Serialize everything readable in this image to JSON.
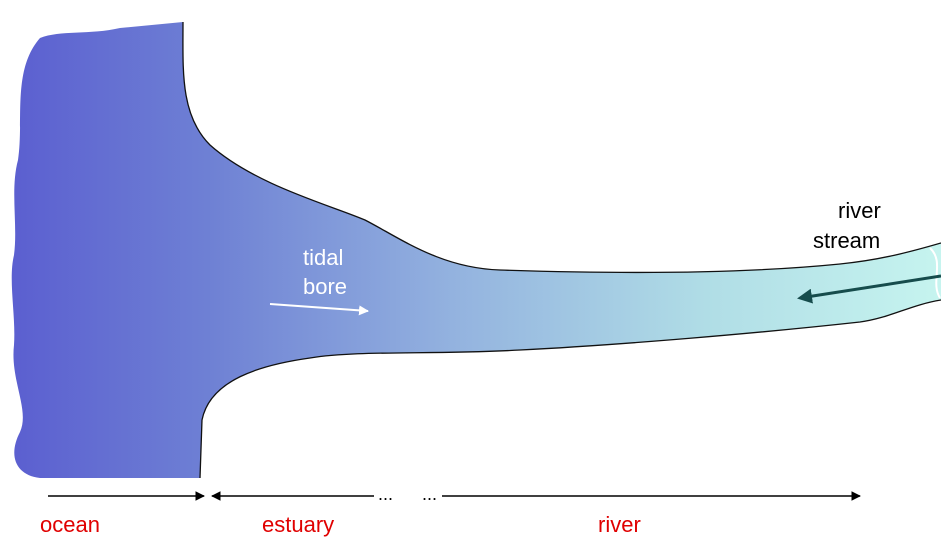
{
  "labels": {
    "tidal_bore": [
      "tidal",
      "bore"
    ],
    "river_stream": [
      "river",
      "stream"
    ],
    "regions": {
      "ocean": "ocean",
      "estuary": "estuary",
      "river": "river"
    },
    "ellipsis_1": "...",
    "ellipsis_2": "..."
  },
  "colors": {
    "ocean_blue": "#5f63d2",
    "mid_blue": "#8fa8dd",
    "river_cyan": "#c4f2ee",
    "outline": "#111111",
    "region_text": "#e00000",
    "stream_arrow": "#164c4c",
    "bore_arrow": "#ffffff"
  }
}
